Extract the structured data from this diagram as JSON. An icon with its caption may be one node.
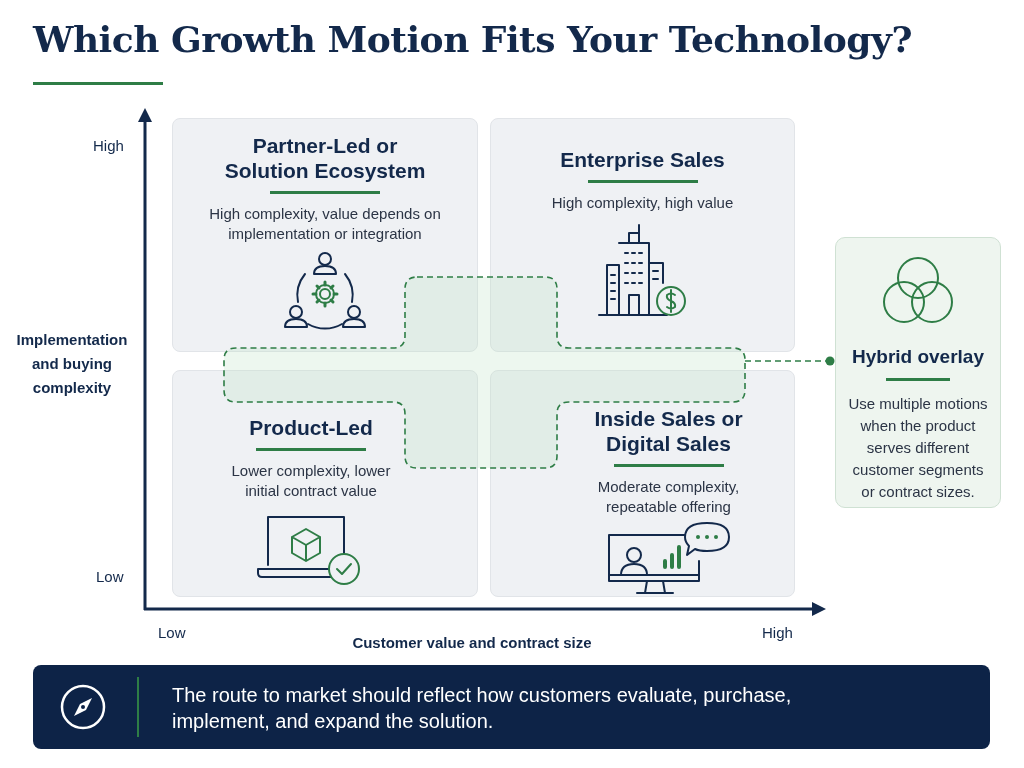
{
  "diagram": {
    "title": "Which Growth Motion Fits Your Technology?",
    "nodes": [
      {
        "text": [
          "Partner-Led or Solution Ecosystem",
          "High complexity, value depends on implementation or integration"
        ]
      },
      {
        "text": [
          "Enterprise Sales",
          "High complexity, high value"
        ]
      },
      {
        "text": [
          "Product-Led",
          "Lower complexity, lower initial contract value"
        ]
      },
      {
        "text": [
          "Inside Sales or Digital Sales",
          "Moderate complexity, repeatable offering"
        ]
      },
      {
        "text": [],
        "shape": "cross"
      },
      {
        "text": [
          "Hybrid overlay",
          "Use multiple motions when the product serves different customer segments or contract sizes."
        ]
      },
      {
        "text": [
          "The route to market should reflect how customers evaluate, purchase, implement, and expand the solution."
        ]
      }
    ],
    "edges": [
      {
        "from": 4,
        "to": 5,
        "arrow": "other",
        "style": "dashed",
        "color": "#2e7d46"
      }
    ],
    "labels": [
      "High",
      "Implementation and buying complexity",
      "Low",
      "Low",
      "Customer value and contract size",
      "High"
    ]
  }
}
